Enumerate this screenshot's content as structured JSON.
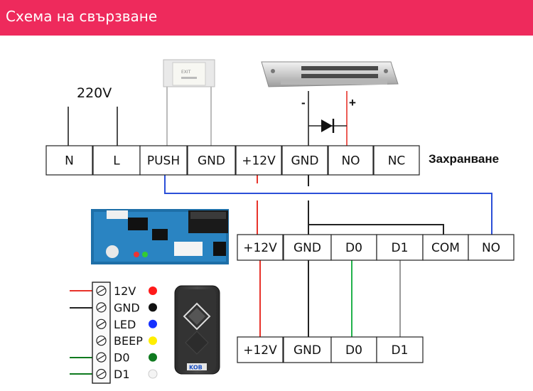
{
  "header": {
    "title": "Схема на свързване"
  },
  "power": {
    "voltage_label": "220V",
    "supply_label": "Захранване",
    "diode_minus": "-",
    "diode_plus": "+"
  },
  "top_strip": [
    "N",
    "L",
    "PUSH",
    "GND",
    "+12V",
    "GND",
    "NO",
    "NC"
  ],
  "middle_strip": [
    "+12V",
    "GND",
    "D0",
    "D1",
    "COM",
    "NO"
  ],
  "bottom_strip": [
    "+12V",
    "GND",
    "D0",
    "D1"
  ],
  "pinout": [
    {
      "label": "12V",
      "color": "#ff1a1a"
    },
    {
      "label": "GND",
      "color": "#111111"
    },
    {
      "label": "LED",
      "color": "#1530ff"
    },
    {
      "label": "BEEP",
      "color": "#ffee00"
    },
    {
      "label": "D0",
      "color": "#0f7a1f"
    },
    {
      "label": "D1",
      "color": "#f4f4f4"
    }
  ],
  "reader": {
    "brand": "KOB"
  },
  "exit_button": {
    "label": "EXIT"
  },
  "wire_colors": {
    "red": "#e8332a",
    "black": "#222222",
    "blue": "#2b4fd8",
    "green": "#22b24c",
    "gray": "#9a9a9a"
  }
}
